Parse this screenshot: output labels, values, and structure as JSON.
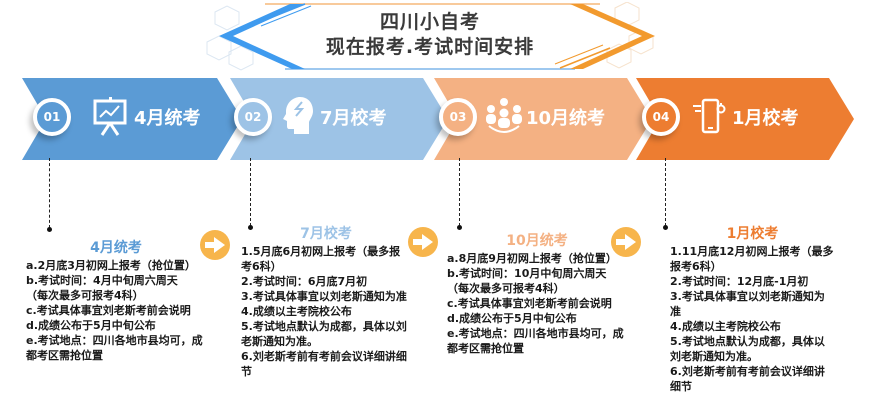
{
  "banner": {
    "line1": "四川小自考",
    "line2": "现在报考.考试时间安排",
    "colors": {
      "left": "#3f9bef",
      "right": "#f29a2e"
    }
  },
  "steps": [
    {
      "number": "01",
      "label": "4月统考",
      "icon": "presentation-chart-icon",
      "color": "#5b9bd5"
    },
    {
      "number": "02",
      "label": "7月校考",
      "icon": "head-idea-icon",
      "color": "#9dc3e6"
    },
    {
      "number": "03",
      "label": "10月统考",
      "icon": "people-group-icon",
      "color": "#f4b183"
    },
    {
      "number": "04",
      "label": "1月校考",
      "icon": "smartphone-settings-icon",
      "color": "#ed7d31"
    }
  ],
  "details": [
    {
      "title": "4月统考",
      "title_color": "#5b9bd5",
      "lines": [
        "a.2月底3月初网上报考（抢位置）",
        "b.考试时间：4月中旬周六周天",
        "（每次最多可报考4科）",
        "c.考试具体事宜刘老斯考前会说明",
        "d.成绩公布于5月中旬公布",
        "e.考试地点：四川各地市县均可，成都考区需抢位置"
      ]
    },
    {
      "title": "7月校考",
      "title_color": "#9dc3e6",
      "lines": [
        "1.5月底6月初网上报考（最多报考6科）",
        "2.考试时间：6月底7月初",
        "3.考试具体事宜以刘老斯通知为准",
        "4.成绩以主考院校公布",
        "5.考试地点默认为成都，具体以刘老斯通知为准。",
        "6.刘老斯考前有考前会议详细讲细节"
      ]
    },
    {
      "title": "10月统考",
      "title_color": "#f4b183",
      "lines": [
        "a.8月底9月初网上报考（抢位置）",
        "b.考试时间：10月中旬周六周天",
        "（每次最多可报考4科）",
        "c.考试具体事宜刘老斯考前会说明",
        "d.成绩公布于5月中旬公布",
        "e.考试地点：四川各地市县均可，成都考区需抢位置"
      ]
    },
    {
      "title": "1月校考",
      "title_color": "#ed7d31",
      "lines": [
        "1.11月底12月初网上报考（最多报考6科）",
        "2.考试时间：12月底-1月初",
        "3.考试具体事宜以刘老斯通知为准",
        "4.成绩以主考院校公布",
        "5.考试地点默认为成都，具体以刘老斯通知为准。",
        "6.刘老斯考前有考前会议详细讲细节"
      ]
    }
  ],
  "next_arrows": [
    {
      "icon": "arrow-right-icon",
      "color": "#f7b54c"
    },
    {
      "icon": "arrow-right-icon",
      "color": "#f7b54c"
    },
    {
      "icon": "arrow-right-icon",
      "color": "#f7b54c"
    }
  ]
}
